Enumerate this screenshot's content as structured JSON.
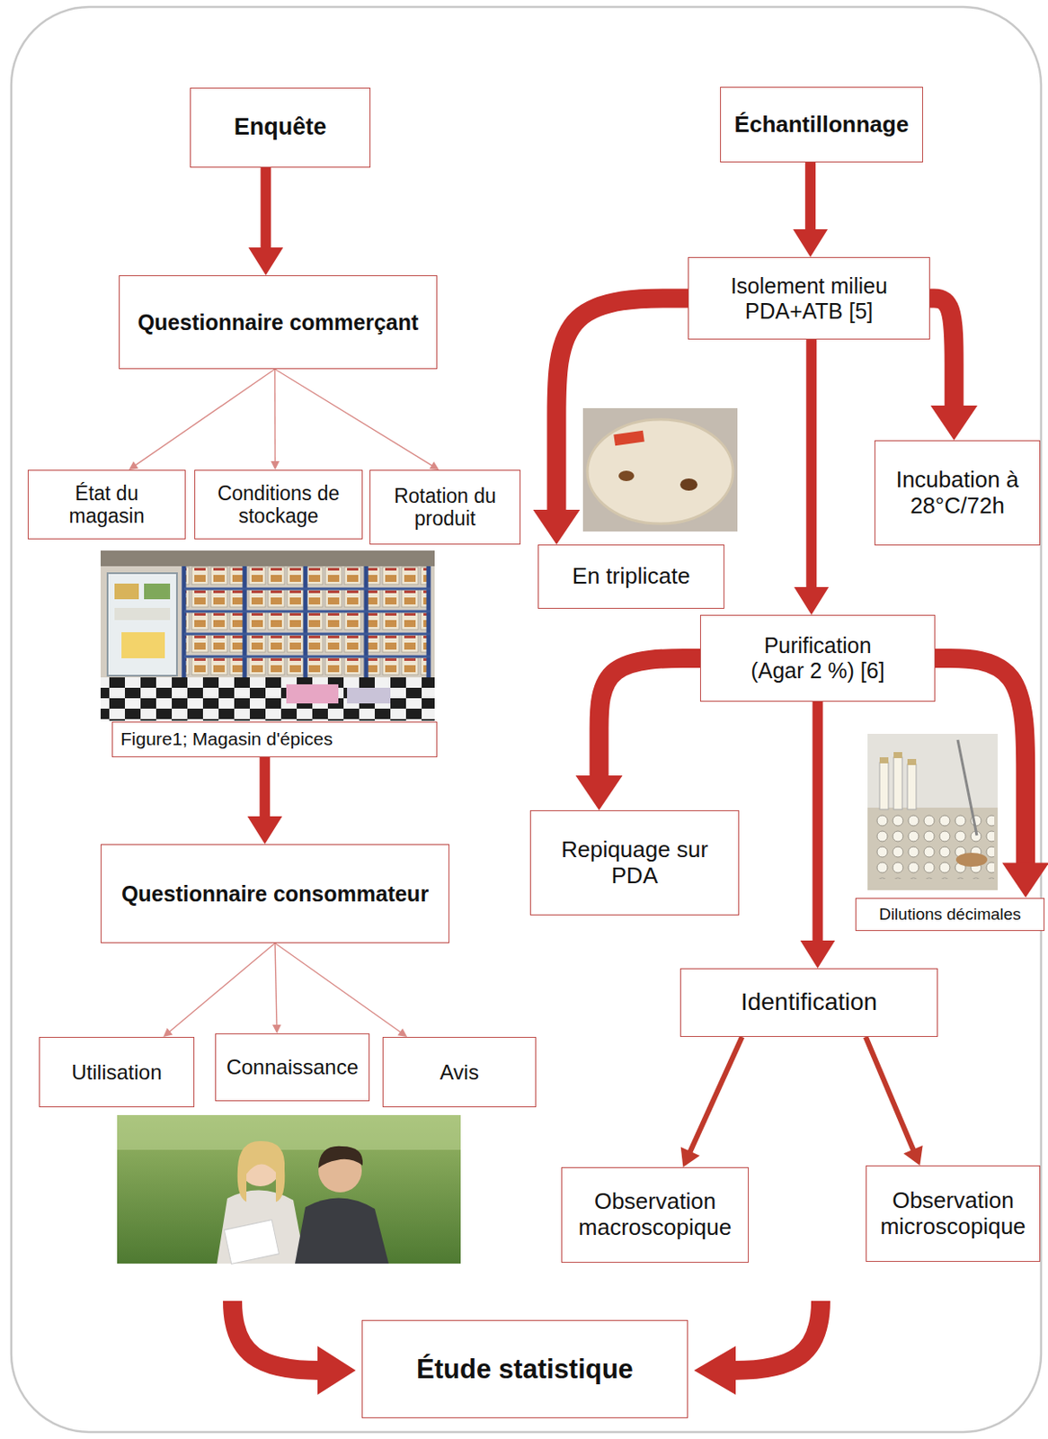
{
  "diagram": {
    "nodes": [
      {
        "text": [
          "Enquête"
        ]
      },
      {
        "text": [
          "Questionnaire commerçant"
        ]
      },
      {
        "text": [
          "État du magasin"
        ]
      },
      {
        "text": [
          "Conditions de stockage"
        ]
      },
      {
        "text": [
          "Rotation du produit"
        ]
      },
      {
        "text": [
          "Figure1; Magasin d'épices"
        ]
      },
      {
        "text": [
          "Questionnaire consommateur"
        ]
      },
      {
        "text": [
          "Utilisation"
        ]
      },
      {
        "text": [
          "Connaissance"
        ]
      },
      {
        "text": [
          "Avis"
        ]
      },
      {
        "text": [
          "Échantillonnage"
        ]
      },
      {
        "text": [
          "Isolement milieu PDA+ATB [5]"
        ]
      },
      {
        "text": [
          "En triplicate"
        ]
      },
      {
        "text": [
          "Incubation à 28°C/72h"
        ]
      },
      {
        "text": [
          "Purification (Agar 2 %) [6]"
        ]
      },
      {
        "text": [
          "Repiquage sur PDA"
        ]
      },
      {
        "text": [
          "Dilutions décimales"
        ]
      },
      {
        "text": [
          "Identification"
        ]
      },
      {
        "text": [
          "Observation macroscopique"
        ]
      },
      {
        "text": [
          "Observation microscopique"
        ]
      },
      {
        "text": [
          "Étude statistique"
        ]
      }
    ],
    "edges": [
      {
        "from": 0,
        "to": 1,
        "arrow": "to"
      },
      {
        "from": 1,
        "to": 2,
        "arrow": "to"
      },
      {
        "from": 1,
        "to": 3,
        "arrow": "to"
      },
      {
        "from": 1,
        "to": 4,
        "arrow": "to"
      },
      {
        "from": 5,
        "to": 6,
        "arrow": "to"
      },
      {
        "from": 6,
        "to": 7,
        "arrow": "to"
      },
      {
        "from": 6,
        "to": 8,
        "arrow": "to"
      },
      {
        "from": 6,
        "to": 9,
        "arrow": "to"
      },
      {
        "from": 10,
        "to": 11,
        "arrow": "to"
      },
      {
        "from": 11,
        "to": 12,
        "arrow": "to"
      },
      {
        "from": 11,
        "to": 13,
        "arrow": "to"
      },
      {
        "from": 11,
        "to": 14,
        "arrow": "to"
      },
      {
        "from": 14,
        "to": 15,
        "arrow": "to"
      },
      {
        "from": 14,
        "to": 16,
        "arrow": "to"
      },
      {
        "from": 14,
        "to": 17,
        "arrow": "to"
      },
      {
        "from": 17,
        "to": 18,
        "arrow": "to"
      },
      {
        "from": 17,
        "to": 19,
        "arrow": "to"
      }
    ]
  }
}
